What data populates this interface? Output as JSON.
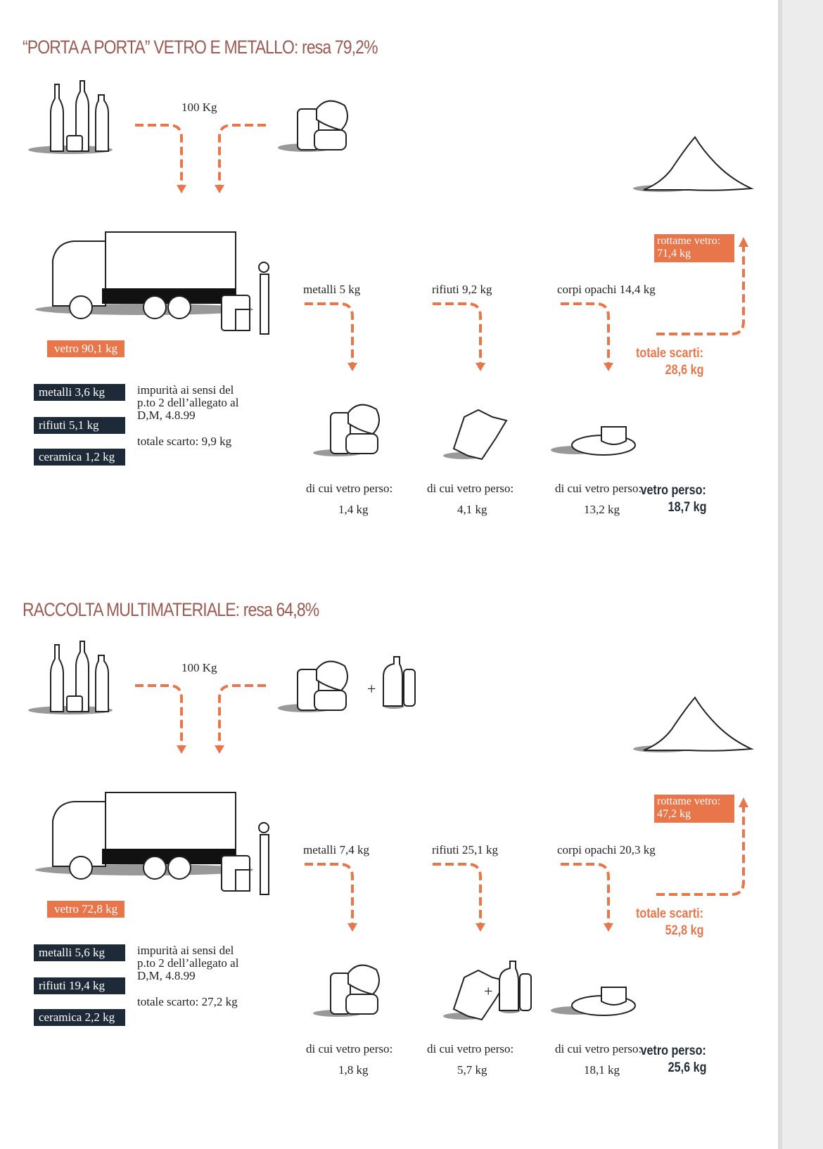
{
  "sections": [
    {
      "title": "“PORTA A PORTA” VETRO E METALLO: resa 79,2%",
      "input": "100 Kg",
      "truck_glass": "vetro 90,1 kg",
      "impurities": [
        "metalli 3,6 kg",
        "rifiuti 5,1 kg",
        "ceramica 1,2 kg"
      ],
      "impurity_note": "impurità ai sensi del p.to 2 dell’allegato al D,M, 4.8.99",
      "impurity_total": "totale scarto: 9,9 kg",
      "streams": [
        {
          "label": "metalli 5 kg",
          "lost_label": "di cui vetro perso:",
          "lost": "1,4 kg"
        },
        {
          "label": "rifiuti 9,2 kg",
          "lost_label": "di cui vetro perso:",
          "lost": "4,1 kg"
        },
        {
          "label": "corpi opachi 14,4 kg",
          "lost_label": "di cui vetro perso:",
          "lost": "13,2 kg"
        }
      ],
      "cullet": "rottame vetro: 71,4 kg",
      "total_waste_label": "totale scarti:",
      "total_waste": "28,6 kg",
      "glass_lost_label": "vetro perso:",
      "glass_lost": "18,7 kg"
    },
    {
      "title": "RACCOLTA MULTIMATERIALE: resa 64,8%",
      "input": "100 Kg",
      "truck_glass": "vetro 72,8 kg",
      "impurities": [
        "metalli 5,6 kg",
        "rifiuti 19,4 kg",
        "ceramica 2,2 kg"
      ],
      "impurity_note": "impurità ai sensi del p.to 2 dell’allegato al D,M, 4.8.99",
      "impurity_total": "totale scarto: 27,2 kg",
      "streams": [
        {
          "label": "metalli 7,4 kg",
          "lost_label": "di cui vetro perso:",
          "lost": "1,8 kg"
        },
        {
          "label": "rifiuti 25,1 kg",
          "lost_label": "di cui vetro perso:",
          "lost": "5,7 kg"
        },
        {
          "label": "corpi opachi 20,3 kg",
          "lost_label": "di cui vetro perso:",
          "lost": "18,1 kg"
        }
      ],
      "cullet": "rottame vetro: 47,2 kg",
      "total_waste_label": "totale scarti:",
      "total_waste": "52,8 kg",
      "glass_lost_label": "vetro perso:",
      "glass_lost": "25,6 kg",
      "plus": "+"
    }
  ],
  "colors": {
    "accent": "#e8764a",
    "title": "#9b5a52",
    "dark": "#1f2a38"
  }
}
